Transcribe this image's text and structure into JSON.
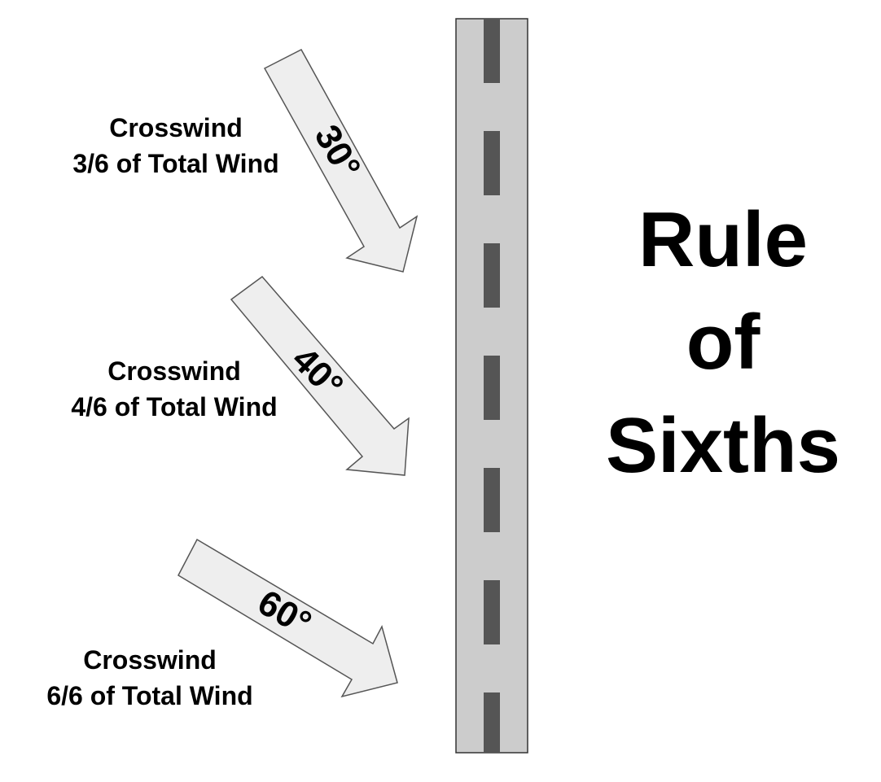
{
  "title": {
    "lines": [
      "Rule",
      "of",
      "Sixths"
    ]
  },
  "colors": {
    "runway_fill": "#cccccc",
    "runway_border": "#333333",
    "centerline": "#555555",
    "arrow_fill": "#eeeeee",
    "arrow_border": "#555555",
    "text": "#000000"
  },
  "arrows": [
    {
      "angle_label": "30°",
      "caption_line1": "Crosswind",
      "caption_line2": "3/6 of Total Wind"
    },
    {
      "angle_label": "40°",
      "caption_line1": "Crosswind",
      "caption_line2": "4/6 of Total Wind"
    },
    {
      "angle_label": "60°",
      "caption_line1": "Crosswind",
      "caption_line2": "6/6 of Total Wind"
    }
  ]
}
